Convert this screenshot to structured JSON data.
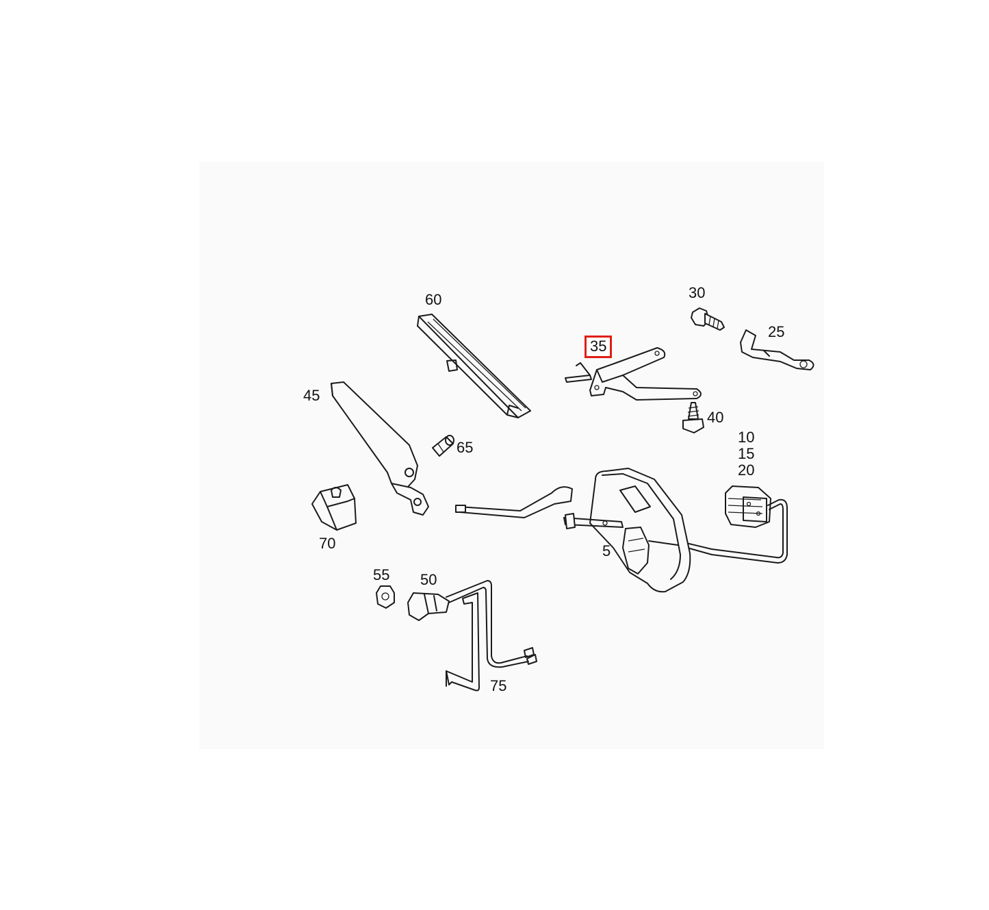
{
  "diagram": {
    "highlighted_callout": "35",
    "highlight_color": "#e01e12",
    "callouts": [
      {
        "id": "c5",
        "label": "5"
      },
      {
        "id": "c10",
        "label": "10"
      },
      {
        "id": "c15",
        "label": "15"
      },
      {
        "id": "c20",
        "label": "20"
      },
      {
        "id": "c25",
        "label": "25"
      },
      {
        "id": "c30",
        "label": "30"
      },
      {
        "id": "c35",
        "label": "35"
      },
      {
        "id": "c40",
        "label": "40"
      },
      {
        "id": "c45",
        "label": "45"
      },
      {
        "id": "c50",
        "label": "50"
      },
      {
        "id": "c55",
        "label": "55"
      },
      {
        "id": "c60",
        "label": "60"
      },
      {
        "id": "c65",
        "label": "65"
      },
      {
        "id": "c70",
        "label": "70"
      },
      {
        "id": "c75",
        "label": "75"
      }
    ]
  }
}
